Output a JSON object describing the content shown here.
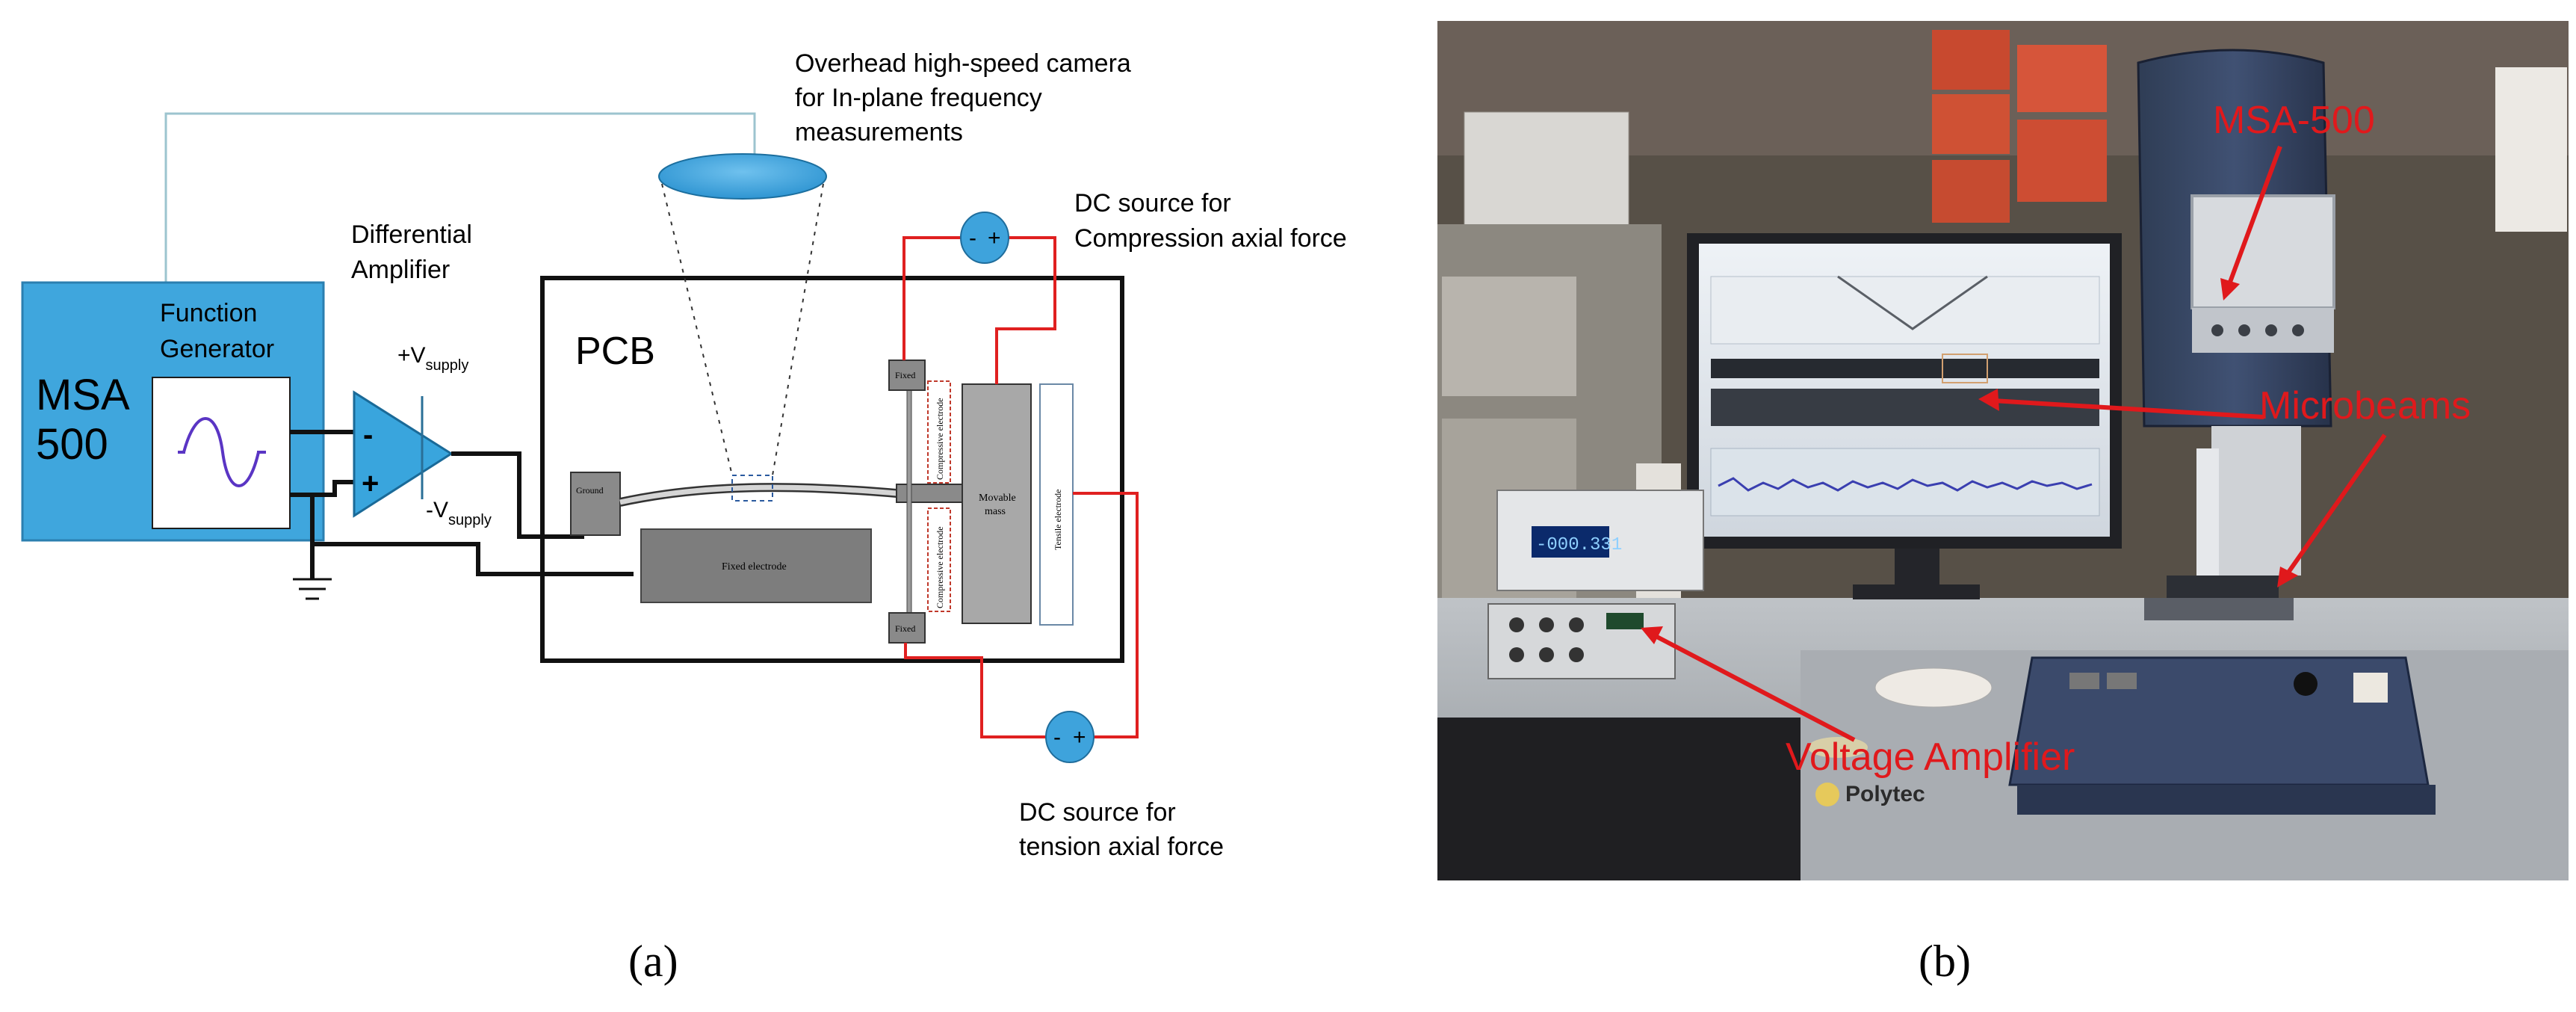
{
  "panel_a": {
    "msa_label_line1": "MSA",
    "msa_label_line2": "500",
    "function_generator_line1": "Function",
    "function_generator_line2": "Generator",
    "differential_amplifier_line1": "Differential",
    "differential_amplifier_line2": "Amplifier",
    "minus_sign": "-",
    "plus_sign": "+",
    "vsupply_pos_prefix": "+V",
    "vsupply_neg_prefix": "-V",
    "vsupply_sub": "supply",
    "camera_line1": "Overhead high-speed camera",
    "camera_line2": "for In-plane frequency",
    "camera_line3": "measurements",
    "dc_top_line1": "DC source for",
    "dc_top_line2": "Compression axial force",
    "dc_bottom_line1": "DC source for",
    "dc_bottom_line2": "tension axial force",
    "dc_source_minus": "-",
    "dc_source_plus": "+",
    "pcb_label": "PCB",
    "ground_pad": "Ground",
    "fixed_electrode": "Fixed electrode",
    "fixed_top": "Fixed",
    "fixed_bottom": "Fixed",
    "compressive_electrode_top": "Compressive electrode",
    "compressive_electrode_bottom": "Compressive electrode",
    "movable_mass_line1": "Movable",
    "movable_mass_line2": "mass",
    "tensile_electrode": "Tensile electrode",
    "caption": "(a)"
  },
  "panel_b": {
    "label_msa500": "MSA-500",
    "label_microbeams": "Microbeams",
    "label_voltage_amplifier": "Voltage Amplifier",
    "multimeter_readout": "-000.331",
    "brand_text": "Polytec",
    "annotation_color": "#e0191c",
    "caption": "(b)"
  },
  "colors": {
    "msa_blue": "#3fa6dd",
    "amp_blue": "#39a5dd",
    "dc_blue": "#3ea3dc",
    "wire_red": "#e02020",
    "wire_black": "#111111",
    "camera_wire": "#9cc4cf",
    "pad_gray": "#8a8a8a",
    "electrode_gray": "#7d7d7d"
  }
}
